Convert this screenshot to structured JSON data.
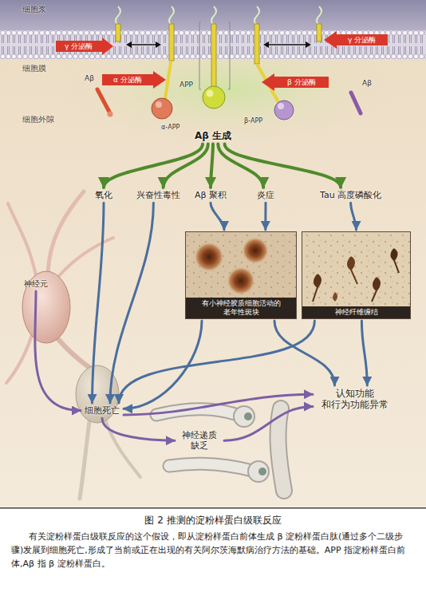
{
  "diagram": {
    "title": "图 2 推测的淀粉样蛋白级联反应",
    "caption": "有关淀粉样蛋白级联反应的这个假设，即从淀粉样蛋白前体生成 β 淀粉样蛋白肽(通过多个二级步骤)发展到细胞死亡,形成了当前或正在出现的有关阿尔茨海默病治疗方法的基础。APP 指淀粉样蛋白前体,Aβ 指 β 淀粉样蛋白。",
    "nodes": [
      {
        "text": [
          "Aβ 生成"
        ]
      },
      {
        "text": [
          "氧化"
        ]
      },
      {
        "text": [
          "兴奋性毒性"
        ]
      },
      {
        "text": [
          "Aβ 聚积"
        ]
      },
      {
        "text": [
          "炎症"
        ]
      },
      {
        "text": [
          "Tau 高度磷酸化"
        ]
      },
      {
        "text": [
          "神经元"
        ]
      },
      {
        "text": [
          "有小神经胶质细胞活动的 老年性斑块"
        ]
      },
      {
        "text": [
          "神经纤维缠结"
        ]
      },
      {
        "text": [
          "细胞死亡"
        ]
      },
      {
        "text": [
          "认知功能 和行为功能异常"
        ]
      },
      {
        "text": [
          "神经递质 缺乏"
        ]
      }
    ],
    "edges": [
      {
        "from": 0,
        "to": 1,
        "arrow": "to"
      },
      {
        "from": 0,
        "to": 2,
        "arrow": "to"
      },
      {
        "from": 0,
        "to": 3,
        "arrow": "to"
      },
      {
        "from": 0,
        "to": 4,
        "arrow": "to"
      },
      {
        "from": 0,
        "to": 5,
        "arrow": "to"
      },
      {
        "from": 1,
        "to": 9,
        "arrow": "to"
      },
      {
        "from": 2,
        "to": 9,
        "arrow": "to"
      },
      {
        "from": 3,
        "to": 7,
        "arrow": "to"
      },
      {
        "from": 4,
        "to": 7,
        "arrow": "to"
      },
      {
        "from": 5,
        "to": 8,
        "arrow": "to"
      },
      {
        "from": 7,
        "to": 9,
        "arrow": "to"
      },
      {
        "from": 7,
        "to": 10,
        "arrow": "to"
      },
      {
        "from": 8,
        "to": 9,
        "arrow": "to"
      },
      {
        "from": 8,
        "to": 10,
        "arrow": "to"
      },
      {
        "from": 6,
        "to": 9,
        "arrow": "to"
      },
      {
        "from": 9,
        "to": 11,
        "arrow": "to"
      },
      {
        "from": 9,
        "to": 10,
        "arrow": "to"
      },
      {
        "from": 11,
        "to": 10,
        "arrow": "to"
      }
    ],
    "labels": [
      "细胞浆",
      "γ 分泌酶",
      "γ 分泌酶",
      "细胞膜",
      "α 分泌酶",
      "APP",
      "β 分泌酶",
      "Aβ",
      "Aβ",
      "细胞外隙",
      "α-APP",
      "β-APP"
    ]
  }
}
